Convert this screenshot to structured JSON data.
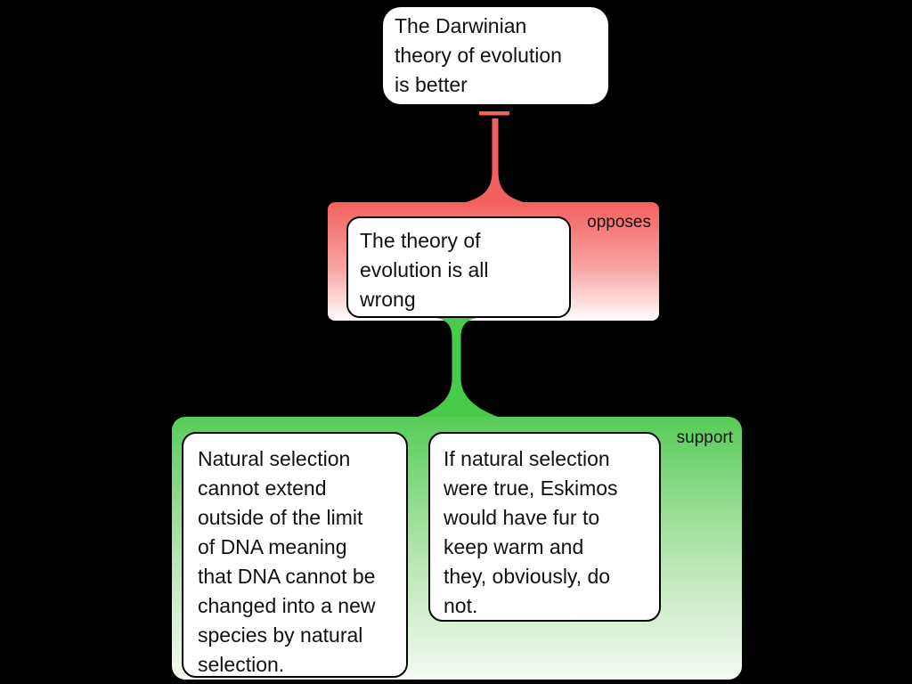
{
  "colors": {
    "background": "#000000",
    "oppose_red": "#f4605f",
    "oppose_gradient_top": "#f3605f",
    "support_green": "#48cb48",
    "support_gradient_top": "#57cc57",
    "claim_box_fill": "#ffffff",
    "claim_box_border": "#000000",
    "text": "#111111"
  },
  "argument_map": {
    "main_claim": {
      "text": "The Darwinian\ntheory of evolution\nis better"
    },
    "objection_group": {
      "label": "opposes",
      "relation": "opposes",
      "claim": {
        "text": "The theory of\nevolution is all\nwrong"
      }
    },
    "support_group": {
      "label": "support",
      "relation": "support",
      "premises": [
        {
          "text": "Natural selection\ncannot extend\noutside of the limit\nof DNA meaning\nthat DNA cannot be\nchanged into a new\nspecies by natural\nselection."
        },
        {
          "text": "If natural selection\nwere true, Eskimos\nwould have fur to\nkeep warm and\nthey, obviously, do\nnot."
        }
      ]
    }
  }
}
